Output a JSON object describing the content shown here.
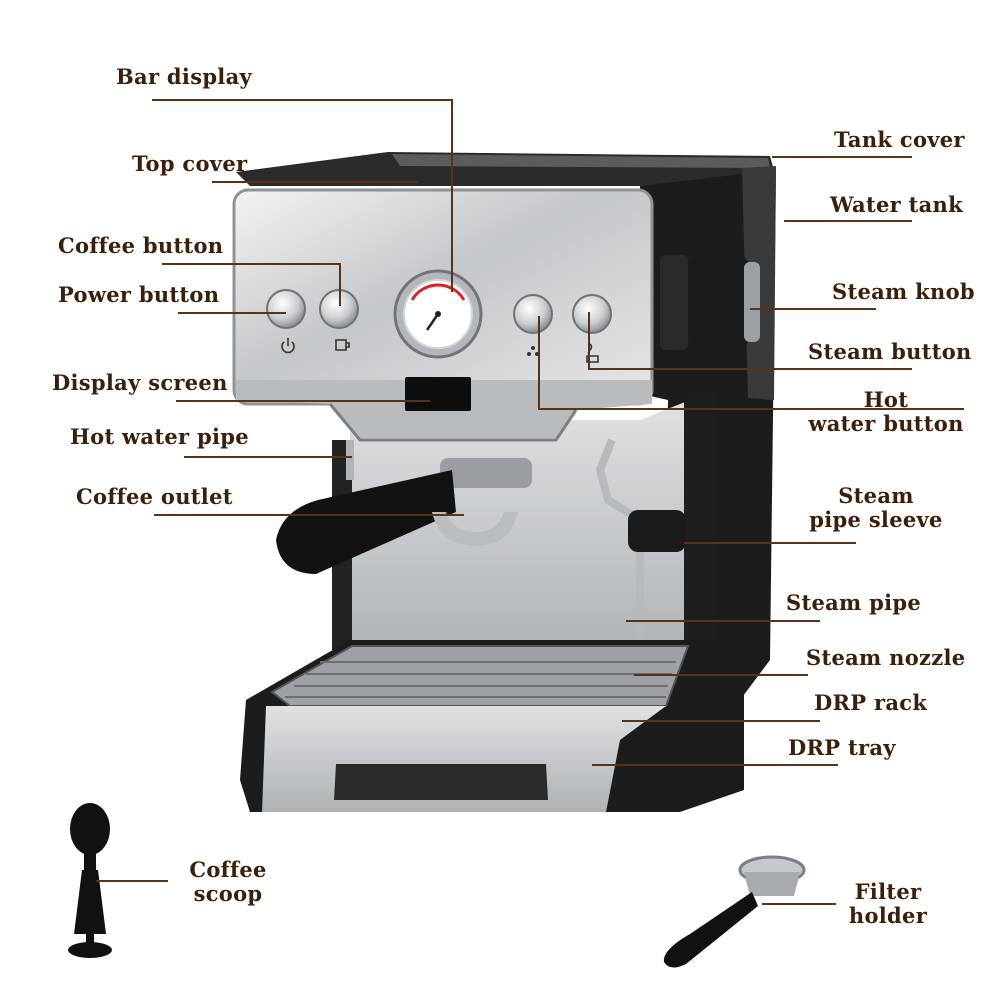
{
  "labels": {
    "bar_display": "Bar display",
    "top_cover": "Top cover",
    "coffee_button": "Coffee button",
    "power_button": "Power button",
    "display_screen": "Display screen",
    "hot_water_pipe": "Hot water pipe",
    "coffee_outlet": "Coffee outlet",
    "tank_cover": "Tank cover",
    "water_tank": "Water tank",
    "steam_knob": "Steam knob",
    "steam_button": "Steam button",
    "hot_water_button": {
      "line1": "Hot",
      "line2": "water button"
    },
    "steam_pipe_sleeve": {
      "line1": "Steam",
      "line2": "pipe sleeve"
    },
    "steam_pipe": "Steam pipe",
    "steam_nozzle": "Steam nozzle",
    "drp_rack": "DRP rack",
    "drp_tray": "DRP tray",
    "coffee_scoop": {
      "line1": "Coffee",
      "line2": "scoop"
    },
    "filter_holder": {
      "line1": "Filter",
      "line2": "holder"
    }
  },
  "colors": {
    "label_text": "#3a200c",
    "leader_line": "#5a3216",
    "steel": "#c9ccce",
    "black_body": "#1a1a1a"
  }
}
